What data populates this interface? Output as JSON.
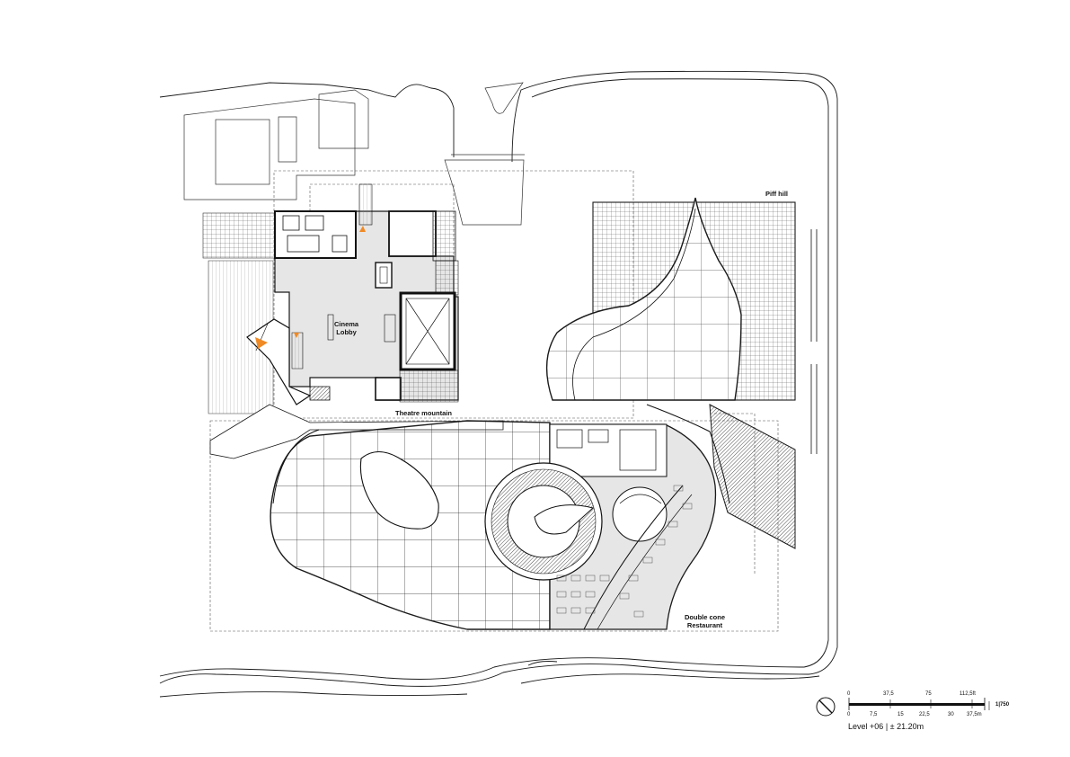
{
  "labels": {
    "cinema_lobby_line1": "Cinema",
    "cinema_lobby_line2": "Lobby",
    "theatre_mountain": "Theatre mountain",
    "piff_hill": "Piff hill",
    "double_cone_line1": "Double cone",
    "double_cone_line2": "Restaurant"
  },
  "scale_bar": {
    "feet_ticks": [
      "0",
      "37,5",
      "75",
      "112,5ft"
    ],
    "metre_ticks": [
      "0",
      "7,5",
      "15",
      "22,5",
      "30",
      "37,5m"
    ],
    "ratio": "1|750"
  },
  "level": {
    "label": "Level +06",
    "elevation": "± 21.20m"
  },
  "icons": [
    "north-arrow-icon"
  ],
  "colors": {
    "line": "#1a1a1a",
    "fill_grey": "#e6e6e6",
    "accent": "#f08a24"
  }
}
